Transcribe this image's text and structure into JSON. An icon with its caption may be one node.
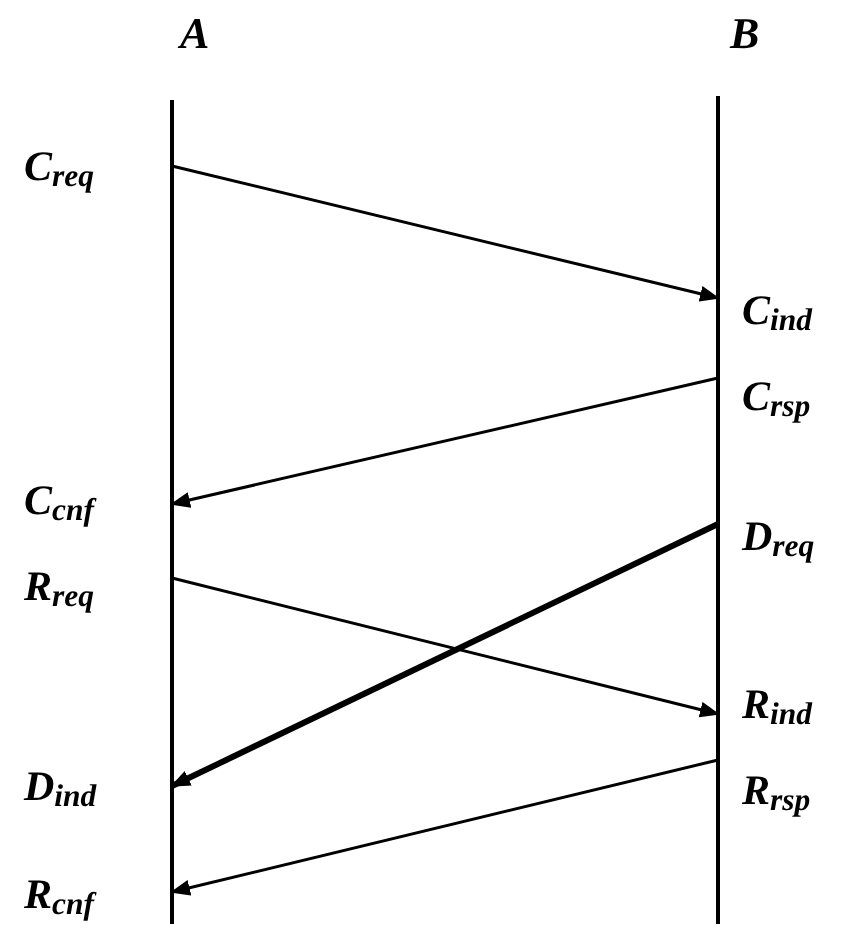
{
  "diagram": {
    "nodes": [
      {
        "text": [
          "C$_{req}$"
        ]
      },
      {
        "text": [
          "C$_{ind}$"
        ]
      },
      {
        "text": [
          "C$_{rsp}$"
        ]
      },
      {
        "text": [
          "C$_{cnf}$"
        ]
      },
      {
        "text": [
          "D$_{req}$"
        ]
      },
      {
        "text": [
          "R$_{req}$"
        ]
      },
      {
        "text": [
          "R$_{ind}$"
        ]
      },
      {
        "text": [
          "D$_{ind}$"
        ]
      },
      {
        "text": [
          "R$_{rsp}$"
        ]
      },
      {
        "text": [
          "R$_{cnf}$"
        ]
      }
    ],
    "edges": [
      {
        "from": 0,
        "to": 1,
        "arrow": "to"
      },
      {
        "from": 2,
        "to": 3,
        "arrow": "to"
      },
      {
        "from": 4,
        "to": 7,
        "arrow": "to",
        "style": "thick"
      },
      {
        "from": 5,
        "to": 6,
        "arrow": "to"
      },
      {
        "from": 8,
        "to": 9,
        "arrow": "to"
      }
    ],
    "labels": [
      "A",
      "B"
    ]
  }
}
